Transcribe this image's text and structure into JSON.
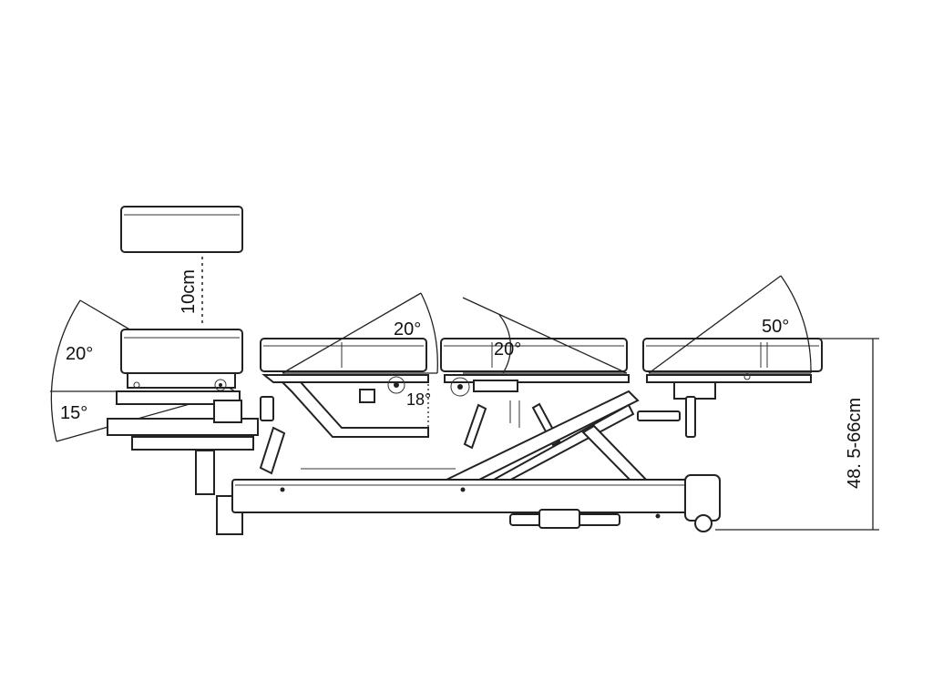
{
  "labels": {
    "head_lift": "10cm",
    "head_tilt_up": "20°",
    "head_tilt_down": "15°",
    "chest_tilt": "20°",
    "chest_pivot": "18°",
    "pelvic_tilt": "20°",
    "leg_tilt": "50°",
    "height_range": "48. 5-66cm"
  },
  "colors": {
    "line": "#222222",
    "background": "#ffffff"
  }
}
